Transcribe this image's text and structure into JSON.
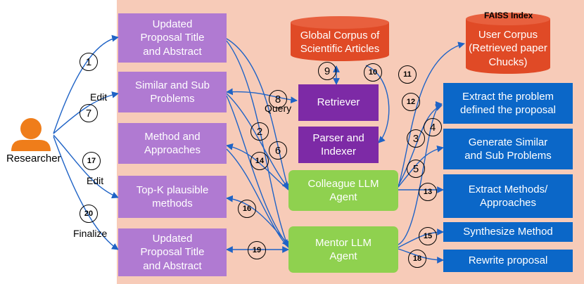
{
  "researcher": {
    "label": "Researcher"
  },
  "left_boxes": {
    "proposal_top": "Updated\nProposal Title\nand Abstract",
    "similar_sub": "Similar and Sub\nProblems",
    "method_approaches": "Method and\nApproaches",
    "topk": "Top-K plausible\nmethods",
    "proposal_bottom": "Updated\nProposal Title\nand Abstract"
  },
  "corpora": {
    "global": "Global Corpus of\nScientific Articles",
    "user": "User Corpus\n(Retrieved paper\nChucks)",
    "faiss": "FAISS Index"
  },
  "center_boxes": {
    "retriever": "Retriever",
    "parser": "Parser and\nIndexer"
  },
  "agents": {
    "colleague": "Colleague LLM\nAgent",
    "mentor": "Mentor LLM\nAgent"
  },
  "right_boxes": {
    "extract_problem": "Extract the problem\ndefined the proposal",
    "generate_similar": "Generate Similar\nand Sub Problems",
    "extract_methods": "Extract Methods/\nApproaches",
    "synthesize": "Synthesize Method",
    "rewrite": "Rewrite proposal"
  },
  "edge_labels": {
    "edit1": "Edit",
    "query": "Query",
    "edit2": "Edit",
    "finalize": "Finalize"
  },
  "steps": {
    "s1": "1",
    "s2": "2",
    "s3": "3",
    "s4": "4",
    "s5": "5",
    "s6": "6",
    "s7": "7",
    "s8": "8",
    "s9": "9",
    "s10": "10",
    "s11": "11",
    "s12": "12",
    "s13": "13",
    "s14": "14",
    "s15": "15",
    "s16": "16",
    "s17": "17",
    "s18": "18",
    "s19": "19",
    "s20": "20"
  },
  "colors": {
    "panel": "#f7cbb8",
    "purple_light": "#b07ad2",
    "purple_dark": "#7d2aa6",
    "green": "#8fd14f",
    "blue": "#0b67c8",
    "cylinder": "#e04a26",
    "arrow": "#1f63c6",
    "person": "#ef7d1a"
  }
}
